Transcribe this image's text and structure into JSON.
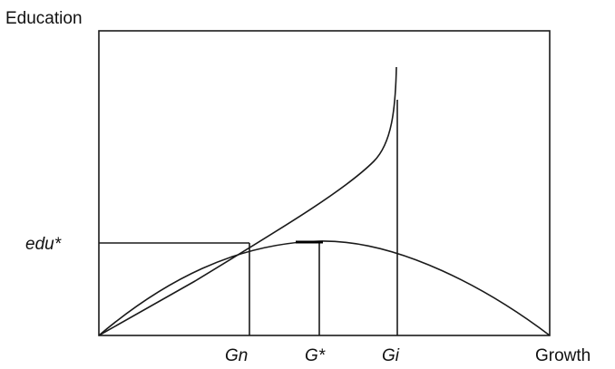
{
  "diagram": {
    "y_axis_label": "Education",
    "x_axis_label": "Growth",
    "y_marker_label": "edu*",
    "x_markers": {
      "gn": "Gn",
      "gstar": "G*",
      "gi": "Gi"
    }
  }
}
